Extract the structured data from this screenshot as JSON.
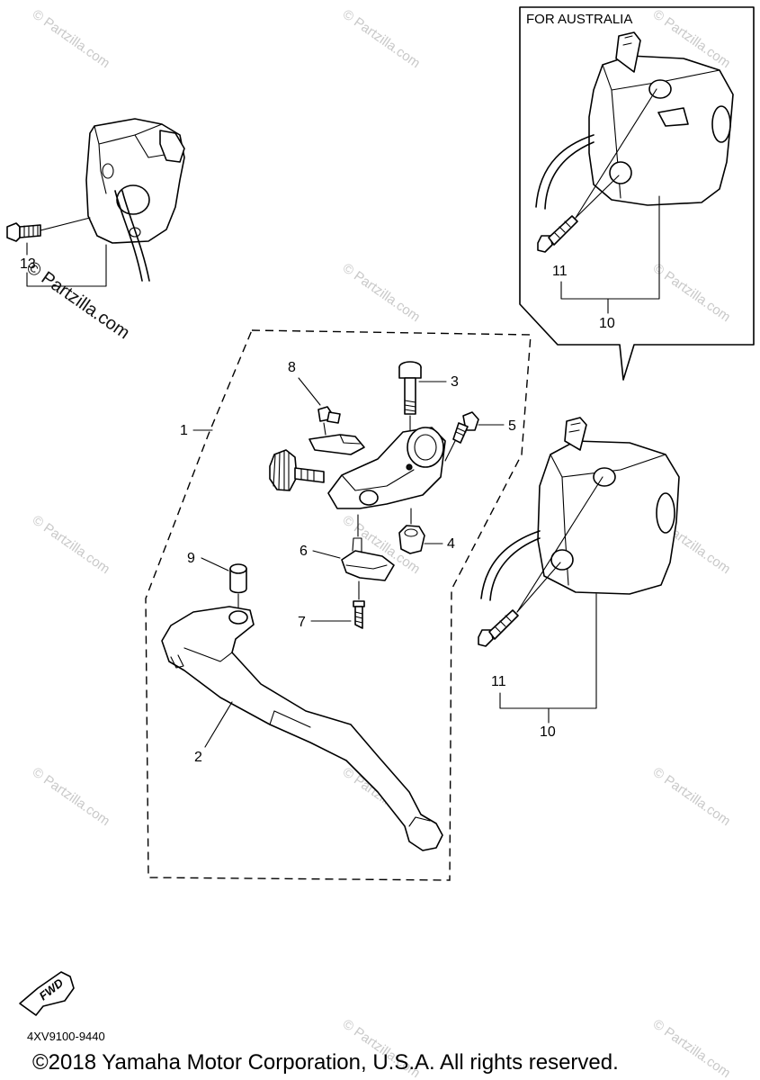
{
  "inset": {
    "note": "FOR AUSTRALIA"
  },
  "callouts": {
    "c1": "1",
    "c2": "2",
    "c3": "3",
    "c4": "4",
    "c5": "5",
    "c6": "6",
    "c7": "7",
    "c8": "8",
    "c9": "9",
    "c10_inset": "10",
    "c11_inset": "11",
    "c10_main": "10",
    "c11_main": "11",
    "c13": "13"
  },
  "arrow_label": "FWD",
  "reference_code": "4XV9100-9440",
  "copyright": "©2018 Yamaha Motor Corporation, U.S.A. All rights reserved.",
  "watermark": {
    "text": "© Partzilla.com",
    "prominent": "© Partzilla.com"
  }
}
